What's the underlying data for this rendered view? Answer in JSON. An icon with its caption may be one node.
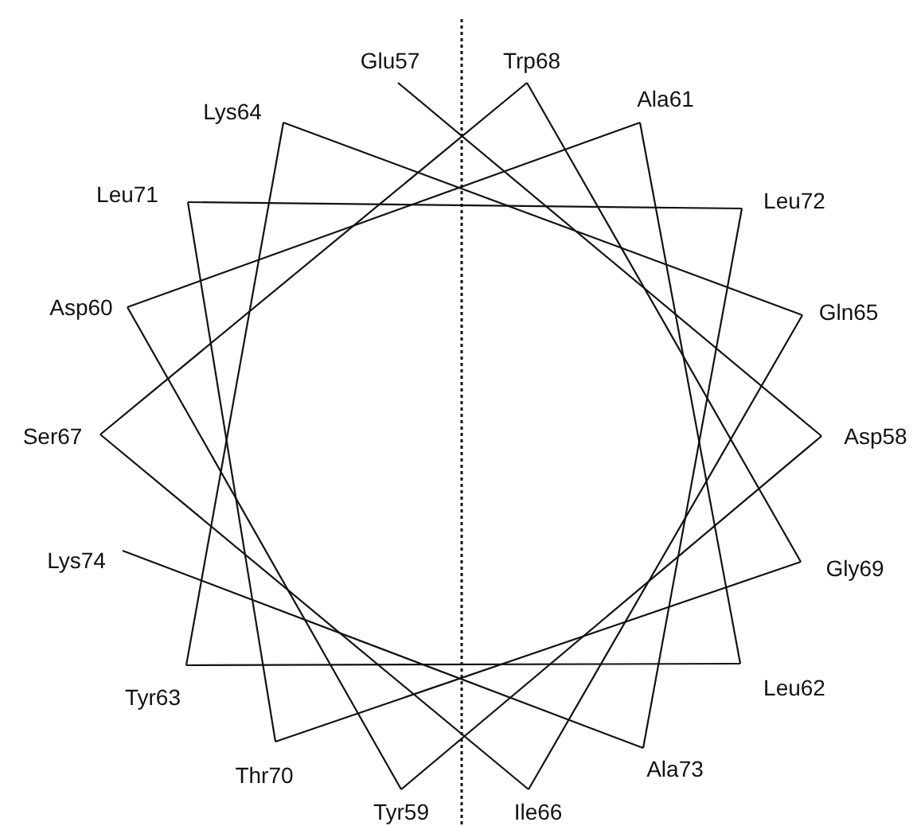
{
  "diagram": {
    "nodes": [
      {
        "text": [
          "Glu57"
        ]
      },
      {
        "text": [
          "Asp58"
        ]
      },
      {
        "text": [
          "Tyr59"
        ]
      },
      {
        "text": [
          "Asp60"
        ]
      },
      {
        "text": [
          "Ala61"
        ]
      },
      {
        "text": [
          "Leu62"
        ]
      },
      {
        "text": [
          "Tyr63"
        ]
      },
      {
        "text": [
          "Lys64"
        ]
      },
      {
        "text": [
          "Gln65"
        ]
      },
      {
        "text": [
          "Ile66"
        ]
      },
      {
        "text": [
          "Ser67"
        ]
      },
      {
        "text": [
          "Trp68"
        ]
      },
      {
        "text": [
          "Gly69"
        ]
      },
      {
        "text": [
          "Thr70"
        ]
      },
      {
        "text": [
          "Leu71"
        ]
      },
      {
        "text": [
          "Leu72"
        ]
      },
      {
        "text": [
          "Ala73"
        ]
      },
      {
        "text": [
          "Lys74"
        ]
      }
    ],
    "edges": [
      {
        "from": 0,
        "to": 1,
        "arrow": "none"
      },
      {
        "from": 1,
        "to": 2,
        "arrow": "none"
      },
      {
        "from": 2,
        "to": 3,
        "arrow": "none"
      },
      {
        "from": 3,
        "to": 4,
        "arrow": "none"
      },
      {
        "from": 4,
        "to": 5,
        "arrow": "none"
      },
      {
        "from": 5,
        "to": 6,
        "arrow": "none"
      },
      {
        "from": 6,
        "to": 7,
        "arrow": "none"
      },
      {
        "from": 7,
        "to": 8,
        "arrow": "none"
      },
      {
        "from": 8,
        "to": 9,
        "arrow": "none"
      },
      {
        "from": 9,
        "to": 10,
        "arrow": "none"
      },
      {
        "from": 10,
        "to": 11,
        "arrow": "none"
      },
      {
        "from": 11,
        "to": 12,
        "arrow": "none"
      },
      {
        "from": 12,
        "to": 13,
        "arrow": "none"
      },
      {
        "from": 13,
        "to": 14,
        "arrow": "none"
      },
      {
        "from": 14,
        "to": 15,
        "arrow": "none"
      },
      {
        "from": 15,
        "to": 16,
        "arrow": "none"
      },
      {
        "from": 16,
        "to": 17,
        "arrow": "none"
      }
    ]
  }
}
